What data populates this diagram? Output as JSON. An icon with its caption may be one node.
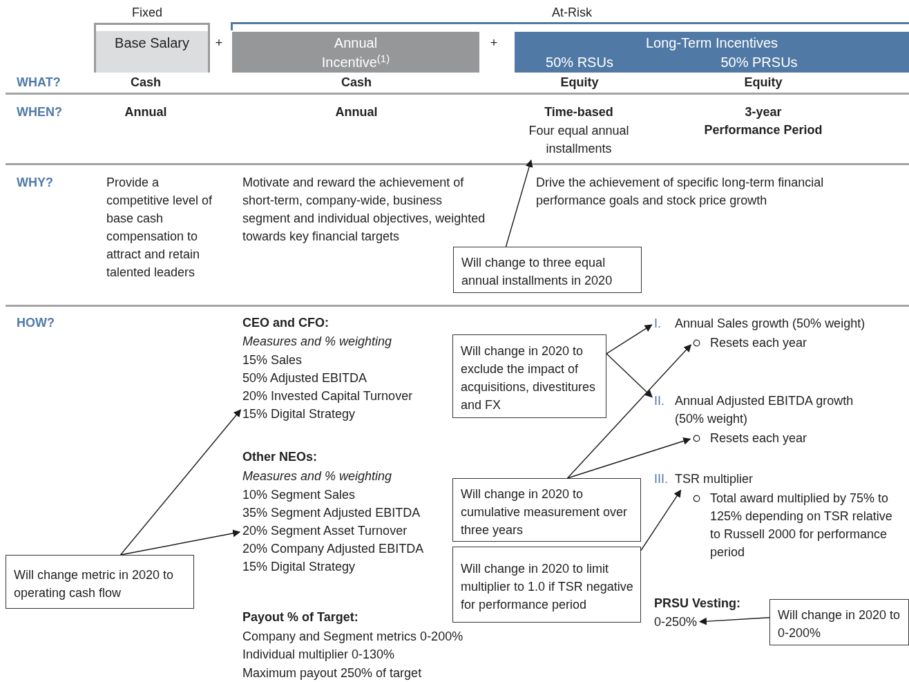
{
  "diagram": {
    "nodes": [
      {
        "text": [
          "Base Salary"
        ]
      },
      {
        "text": [
          "Annual Incentive$^{(1)}$"
        ]
      },
      {
        "text": [
          "Long-Term Incentives",
          "50% RSUs",
          "50% PRSUs"
        ]
      },
      {
        "text": [
          "Four equal annual installments"
        ]
      },
      {
        "text": [
          "Will change to three equal annual installments in 2020"
        ]
      },
      {
        "text": [
          "15% Digital Strategy"
        ]
      },
      {
        "text": [
          "20% Segment Asset Turnover"
        ]
      },
      {
        "text": [
          "Will change metric in 2020 to operating cash flow"
        ]
      },
      {
        "text": [
          "Will change in 2020 to exclude the impact of acquisitions, divestitures and FX"
        ]
      },
      {
        "text": [
          "I.",
          "Annual Sales growth (50% weight)"
        ]
      },
      {
        "text": [
          "Resets each year"
        ]
      },
      {
        "text": [
          "II.",
          "Annual Adjusted EBITDA growth (50% weight)"
        ]
      },
      {
        "text": [
          "Resets each year"
        ]
      },
      {
        "text": [
          "III.",
          "TSR multiplier"
        ]
      },
      {
        "text": [
          "Will change in 2020 to cumulative measurement over three years"
        ]
      },
      {
        "text": [
          "Will change in 2020 to limit multiplier to 1.0 if TSR negative for performance period"
        ]
      },
      {
        "text": [
          "0-250%"
        ]
      },
      {
        "text": [
          "Will change in 2020 to 0-200%"
        ]
      }
    ],
    "edges": [
      {
        "from": 4,
        "to": 3,
        "arrow": "to"
      },
      {
        "from": 7,
        "to": 5,
        "arrow": "to"
      },
      {
        "from": 7,
        "to": 6,
        "arrow": "to"
      },
      {
        "from": 8,
        "to": 9,
        "arrow": "to"
      },
      {
        "from": 8,
        "to": 11,
        "arrow": "to"
      },
      {
        "from": 14,
        "to": 10,
        "arrow": "to"
      },
      {
        "from": 14,
        "to": 12,
        "arrow": "to"
      },
      {
        "from": 15,
        "to": 13,
        "arrow": "to"
      },
      {
        "from": 17,
        "to": 16,
        "arrow": "to"
      }
    ],
    "labels": [
      "Fixed",
      "At-Risk",
      "+",
      "+",
      "WHAT?",
      "Cash",
      "Cash",
      "Equity",
      "Equity",
      "WHEN?",
      "Annual",
      "Annual",
      "Time-based",
      "3-year",
      "Performance Period",
      "WHY?",
      "Provide a competitive level of base cash compensation to attract and retain talented leaders",
      "Motivate and reward the achievement of short-term, company-wide, business segment and individual objectives, weighted towards key financial targets",
      "Drive the achievement of specific long-term financial performance goals and stock price growth",
      "HOW?",
      "CEO and CFO:",
      "Measures and % weighting",
      "15% Sales",
      "50% Adjusted EBITDA",
      "20% Invested Capital Turnover",
      "Other NEOs:",
      "Measures and % weighting",
      "10% Segment Sales",
      "35% Segment Adjusted EBITDA",
      "20% Company Adjusted EBITDA",
      "15% Digital Strategy",
      "Payout % of Target:",
      "Company and Segment metrics 0-200%",
      "Individual multiplier 0-130%",
      "Maximum payout 250% of target",
      "Total award multiplied by 75% to 125% depending on TSR relative to Russell 2000 for performance period",
      "PRSU Vesting:"
    ]
  }
}
